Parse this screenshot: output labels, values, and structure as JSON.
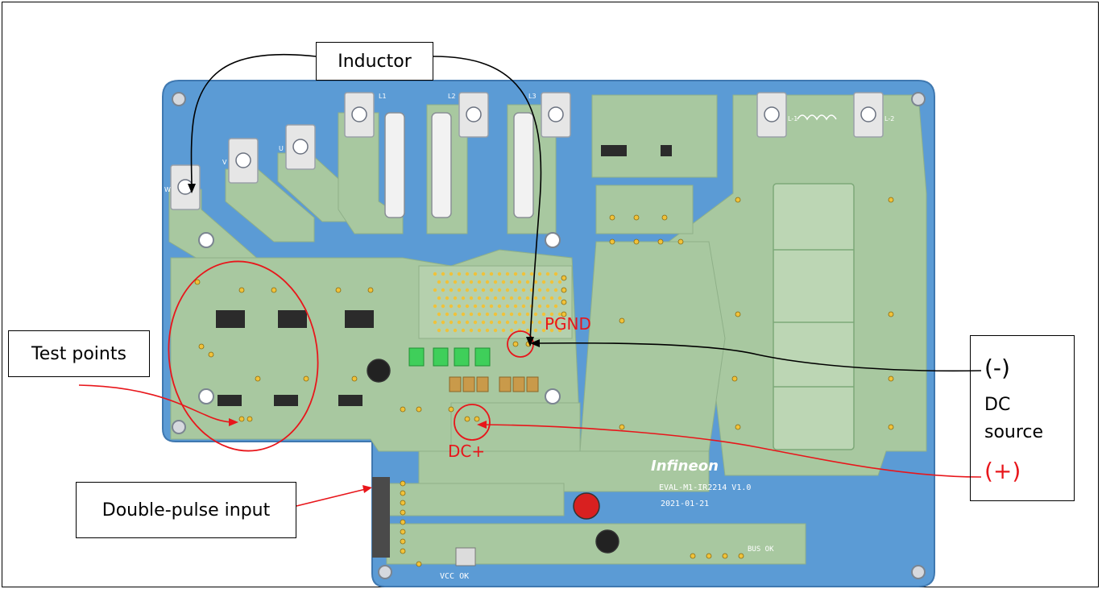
{
  "callouts": {
    "inductor": "Inductor",
    "test_points": "Test points",
    "double_pulse": "Double-pulse input"
  },
  "pcb_labels": {
    "pgnd": "PGND",
    "dc_plus": "DC+"
  },
  "dc_source": {
    "minus": "(-)",
    "line1": "DC",
    "line2": "source",
    "plus": "(+)"
  },
  "board_silkscreen": {
    "brand": "Infineon",
    "model": "EVAL-M1-IR2214 V1.0",
    "date": "2021-01-21",
    "vcc_ok": "VCC OK",
    "bus_ok": "BUS OK",
    "ref_u": "U",
    "ref_v": "V",
    "ref_w": "W",
    "ref_l1": "L1",
    "ref_l2": "L2",
    "ref_l3": "L3",
    "ref_lm1": "L-1",
    "ref_lm2": "L-2"
  },
  "colors": {
    "board_blue": "#5b9bd5",
    "copper_green": "#a8c8a0",
    "annotation_red": "#e8161b"
  }
}
